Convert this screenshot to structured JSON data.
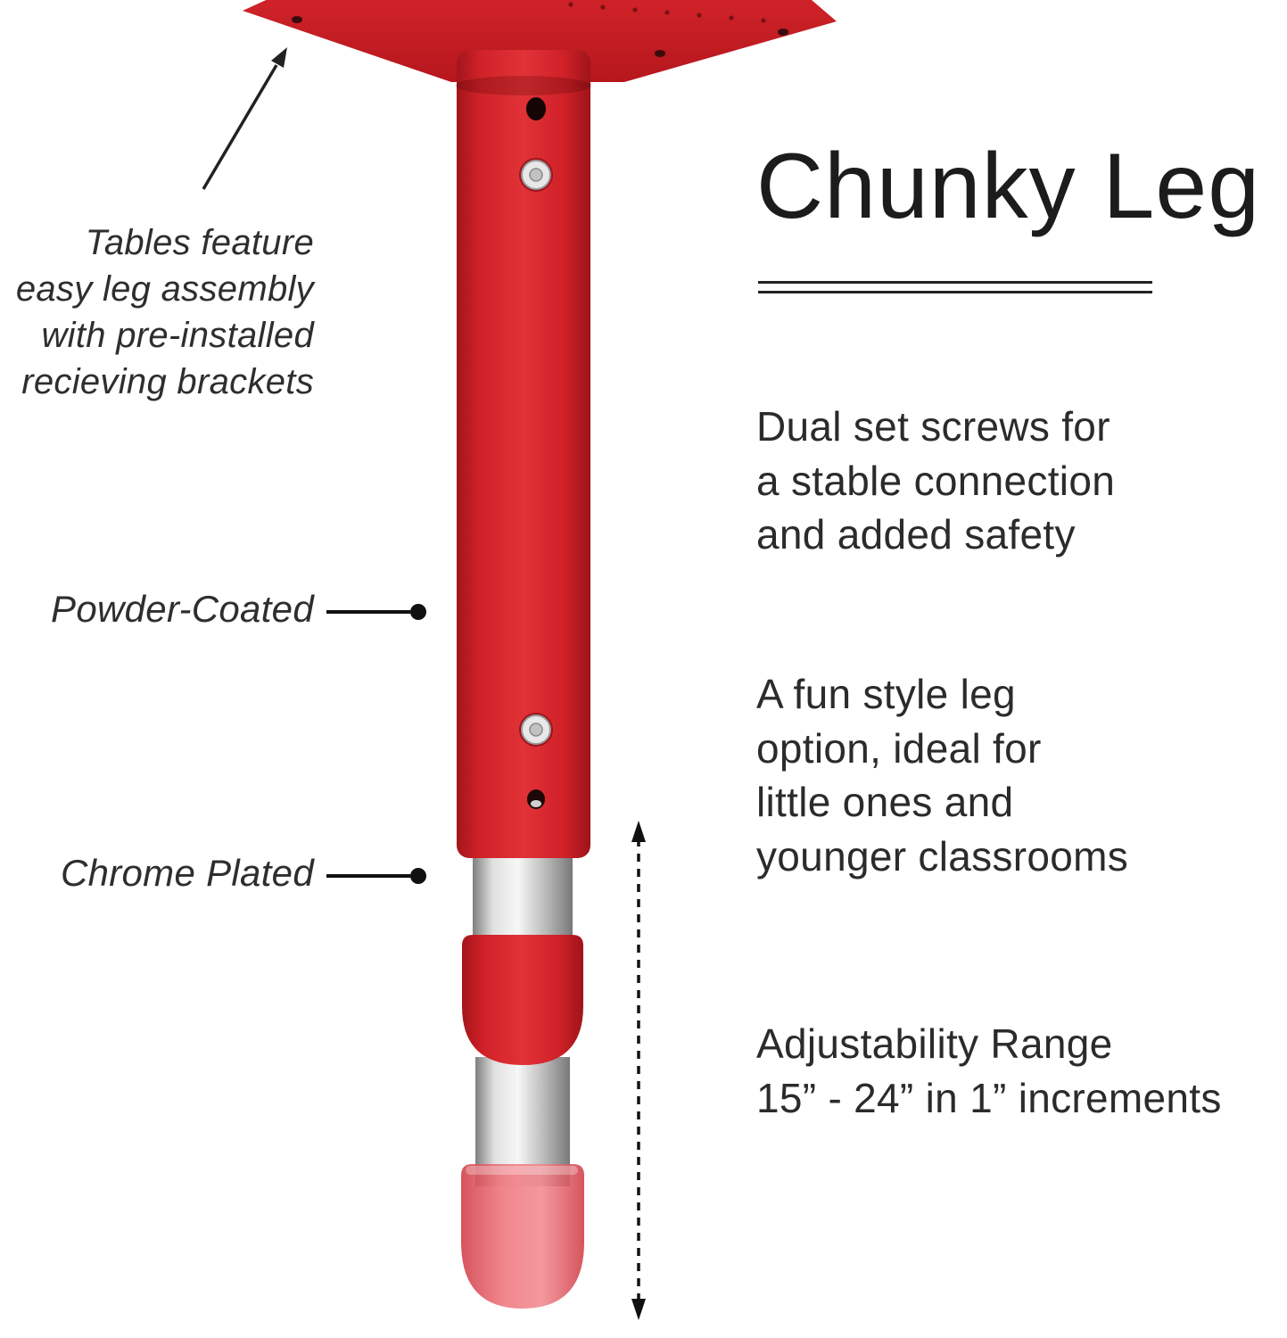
{
  "title": "Chunky Leg",
  "annotations": {
    "assembly_note": "Tables feature\neasy leg assembly\nwith pre-installed\nrecieving brackets",
    "powder_coated": "Powder-Coated",
    "chrome_plated": "Chrome Plated"
  },
  "features": {
    "dual_screws": "Dual set screws for\na stable connection\nand added safety",
    "fun_style": "A fun style leg\noption, ideal for\nlittle ones and\nyounger classrooms",
    "adjustability": "Adjustability Range\n15” - 24” in 1” increments"
  },
  "colors": {
    "leg_red": "#d42127",
    "plate_red": "#cf2027",
    "chrome_silver": "#c9c9c9",
    "foot_translucent_red": "#e4525b",
    "text_dark": "#232323"
  }
}
